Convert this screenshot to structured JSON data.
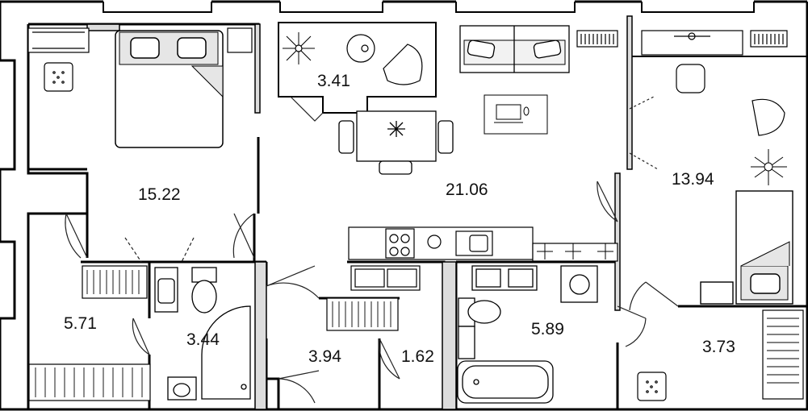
{
  "rooms": [
    {
      "id": "bedroom-1",
      "area": "15.22"
    },
    {
      "id": "balcony",
      "area": "3.41"
    },
    {
      "id": "living-kitchen",
      "area": "21.06"
    },
    {
      "id": "bedroom-2",
      "area": "13.94"
    },
    {
      "id": "hall-left",
      "area": "5.71"
    },
    {
      "id": "bathroom-shower",
      "area": "3.44"
    },
    {
      "id": "corridor",
      "area": "3.94"
    },
    {
      "id": "closet",
      "area": "1.62"
    },
    {
      "id": "bathroom-tub",
      "area": "5.89"
    },
    {
      "id": "hall-right",
      "area": "3.73"
    }
  ],
  "colors": {
    "wall": "#000000",
    "line": "#1a1a1a",
    "furniture_fill": "#f2f2f2",
    "bed_fill": "#e6e6e6",
    "background": "#ffffff"
  }
}
